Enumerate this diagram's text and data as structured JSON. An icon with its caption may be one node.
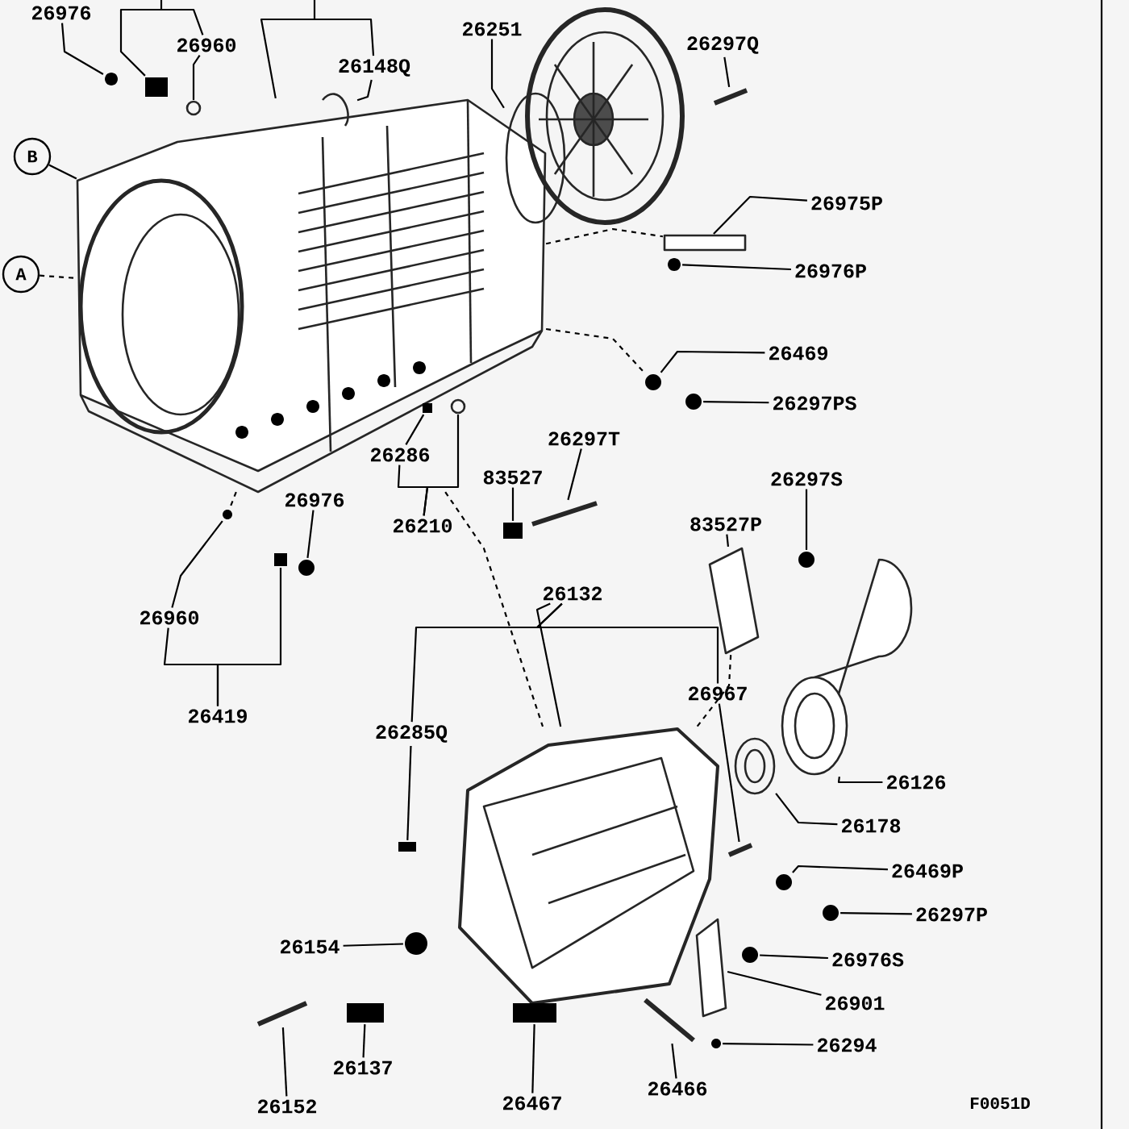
{
  "diagram": {
    "nodes": [
      {
        "text": [
          "26976"
        ]
      },
      {
        "text": [
          "26960"
        ]
      },
      {
        "text": [
          "26148Q"
        ]
      },
      {
        "text": [
          "26251"
        ]
      },
      {
        "text": [
          "26297Q"
        ]
      },
      {
        "text": [
          "A"
        ]
      },
      {
        "text": [
          "B"
        ]
      },
      {
        "text": [
          "26975P"
        ]
      },
      {
        "text": [
          "26976P"
        ]
      },
      {
        "text": [
          "26469"
        ]
      },
      {
        "text": [
          "26297PS"
        ]
      },
      {
        "text": [
          "26286"
        ]
      },
      {
        "text": [
          "26297T"
        ]
      },
      {
        "text": [
          "83527"
        ]
      },
      {
        "text": [
          "26976"
        ]
      },
      {
        "text": [
          "26210"
        ]
      },
      {
        "text": [
          "26297S"
        ]
      },
      {
        "text": [
          "83527P"
        ]
      },
      {
        "text": [
          "26960"
        ]
      },
      {
        "text": [
          "26132"
        ]
      },
      {
        "text": [
          "26419"
        ]
      },
      {
        "text": [
          "26967"
        ]
      },
      {
        "text": [
          "26285Q"
        ]
      },
      {
        "text": [
          "26126"
        ]
      },
      {
        "text": [
          "26178"
        ]
      },
      {
        "text": [
          "26469P"
        ]
      },
      {
        "text": [
          "26297P"
        ]
      },
      {
        "text": [
          "26976S"
        ]
      },
      {
        "text": [
          "26154"
        ]
      },
      {
        "text": [
          "26901"
        ]
      },
      {
        "text": [
          "26294"
        ]
      },
      {
        "text": [
          "26137"
        ]
      },
      {
        "text": [
          "26152"
        ]
      },
      {
        "text": [
          "26467"
        ]
      },
      {
        "text": [
          "26466"
        ]
      },
      {
        "text": [],
        "shape": "picture"
      },
      {
        "text": [],
        "shape": "picture"
      },
      {
        "text": [],
        "shape": "picture"
      },
      {
        "text": [],
        "shape": "bar"
      },
      {
        "text": [],
        "shape": "circle"
      },
      {
        "text": [],
        "shape": "box"
      },
      {
        "text": [],
        "shape": "circle"
      },
      {
        "text": [],
        "shape": "picture"
      },
      {
        "text": [],
        "shape": "box"
      },
      {
        "text": [],
        "shape": "circle"
      },
      {
        "text": [],
        "shape": "circle"
      },
      {
        "text": [],
        "shape": "circle"
      },
      {
        "text": [],
        "shape": "box"
      },
      {
        "text": [],
        "shape": "circle"
      },
      {
        "text": [],
        "shape": "bar"
      },
      {
        "text": [],
        "shape": "box"
      },
      {
        "text": [],
        "shape": "circle"
      },
      {
        "text": [],
        "shape": "circle"
      },
      {
        "text": [],
        "shape": "box"
      },
      {
        "text": [],
        "shape": "circle"
      },
      {
        "text": [],
        "shape": "picture"
      },
      {
        "text": [],
        "shape": "picture"
      },
      {
        "text": [],
        "shape": "box"
      },
      {
        "text": [],
        "shape": "bar"
      },
      {
        "text": [],
        "shape": "picture"
      },
      {
        "text": [],
        "shape": "picture"
      },
      {
        "text": [],
        "shape": "circle"
      },
      {
        "text": [],
        "shape": "circle"
      },
      {
        "text": [],
        "shape": "circle"
      },
      {
        "text": [],
        "shape": "picture"
      },
      {
        "text": [],
        "shape": "circle"
      },
      {
        "text": [],
        "shape": "bar"
      },
      {
        "text": [],
        "shape": "circle"
      },
      {
        "text": [],
        "shape": "box"
      },
      {
        "text": [],
        "shape": "bar"
      },
      {
        "text": [],
        "shape": "box"
      }
    ],
    "edges": [
      {
        "from": 0,
        "to": 39,
        "arrow": "none"
      },
      {
        "from": 1,
        "to": 41,
        "arrow": "none"
      },
      {
        "from": 2,
        "to": 42,
        "arrow": "none"
      },
      {
        "from": 3,
        "to": 36,
        "arrow": "none"
      },
      {
        "from": 4,
        "to": 38,
        "arrow": "none"
      },
      {
        "from": 5,
        "to": 35,
        "arrow": "none",
        "style": "dashed"
      },
      {
        "from": 6,
        "to": 35,
        "arrow": "none"
      },
      {
        "from": 7,
        "to": 43,
        "arrow": "none"
      },
      {
        "from": 8,
        "to": 44,
        "arrow": "none"
      },
      {
        "from": 9,
        "to": 45,
        "arrow": "none"
      },
      {
        "from": 10,
        "to": 46,
        "arrow": "none"
      },
      {
        "from": 11,
        "to": 47,
        "arrow": "none"
      },
      {
        "from": 12,
        "to": 49,
        "arrow": "none"
      },
      {
        "from": 13,
        "to": 50,
        "arrow": "none"
      },
      {
        "from": 14,
        "to": 51,
        "arrow": "none"
      },
      {
        "from": 15,
        "to": 11,
        "arrow": "none"
      },
      {
        "from": 15,
        "to": 48,
        "arrow": "none"
      },
      {
        "from": 16,
        "to": 54,
        "arrow": "none"
      },
      {
        "from": 17,
        "to": 55,
        "arrow": "none"
      },
      {
        "from": 18,
        "to": 52,
        "arrow": "none"
      },
      {
        "from": 19,
        "to": 56,
        "arrow": "none"
      },
      {
        "from": 19,
        "to": 22,
        "arrow": "none"
      },
      {
        "from": 19,
        "to": 21,
        "arrow": "none"
      },
      {
        "from": 20,
        "to": 18,
        "arrow": "none"
      },
      {
        "from": 20,
        "to": 53,
        "arrow": "none"
      },
      {
        "from": 21,
        "to": 58,
        "arrow": "none"
      },
      {
        "from": 22,
        "to": 57,
        "arrow": "none"
      },
      {
        "from": 23,
        "to": 59,
        "arrow": "none"
      },
      {
        "from": 24,
        "to": 60,
        "arrow": "none"
      },
      {
        "from": 25,
        "to": 61,
        "arrow": "none"
      },
      {
        "from": 26,
        "to": 62,
        "arrow": "none"
      },
      {
        "from": 27,
        "to": 63,
        "arrow": "none"
      },
      {
        "from": 28,
        "to": 67,
        "arrow": "none"
      },
      {
        "from": 29,
        "to": 64,
        "arrow": "none"
      },
      {
        "from": 30,
        "to": 65,
        "arrow": "none"
      },
      {
        "from": 31,
        "to": 68,
        "arrow": "none"
      },
      {
        "from": 32,
        "to": 69,
        "arrow": "none"
      },
      {
        "from": 33,
        "to": 70,
        "arrow": "none"
      },
      {
        "from": 34,
        "to": 66,
        "arrow": "none"
      },
      {
        "from": 1,
        "to": 40,
        "arrow": "none"
      },
      {
        "from": 2,
        "to": 35,
        "arrow": "none"
      },
      {
        "from": 35,
        "to": 43,
        "arrow": "none",
        "style": "dashed"
      },
      {
        "from": 35,
        "to": 45,
        "arrow": "none",
        "style": "dashed"
      },
      {
        "from": 35,
        "to": 52,
        "arrow": "none",
        "style": "dashed"
      },
      {
        "from": 55,
        "to": 56,
        "arrow": "none",
        "style": "dashed"
      },
      {
        "from": 35,
        "to": 56,
        "arrow": "none",
        "style": "dashed"
      }
    ],
    "labels": [
      "F0051D"
    ]
  }
}
